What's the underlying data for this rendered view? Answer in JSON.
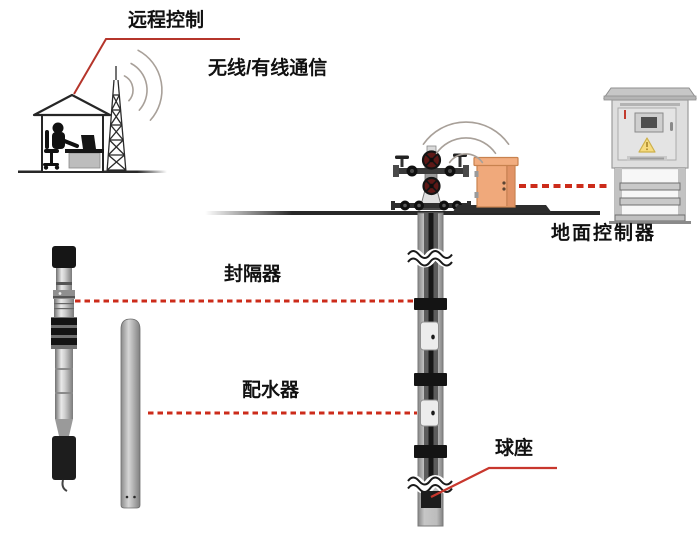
{
  "diagram": {
    "labels": {
      "remote_control": "远程控制",
      "communication": "无线/有线通信",
      "ground_controller": "地面控制器",
      "packer": "封隔器",
      "water_distributor": "配水器",
      "ball_seat": "球座"
    },
    "colors": {
      "text": "#111111",
      "leader_line_red": "#bf3a2b",
      "dashed_line_red": "#cc2b1a",
      "rtu_cabinet_orange": "#f0a97b",
      "controller_cabinet_gray": "#dedede",
      "warning_triangle_yellow": "#f6db7f",
      "valve_wheel_dark_red": "#5e1816",
      "ground_line_dark": "#282828",
      "well_casing_gray": "#b9b9b9",
      "packer_band_black": "#141414"
    }
  }
}
